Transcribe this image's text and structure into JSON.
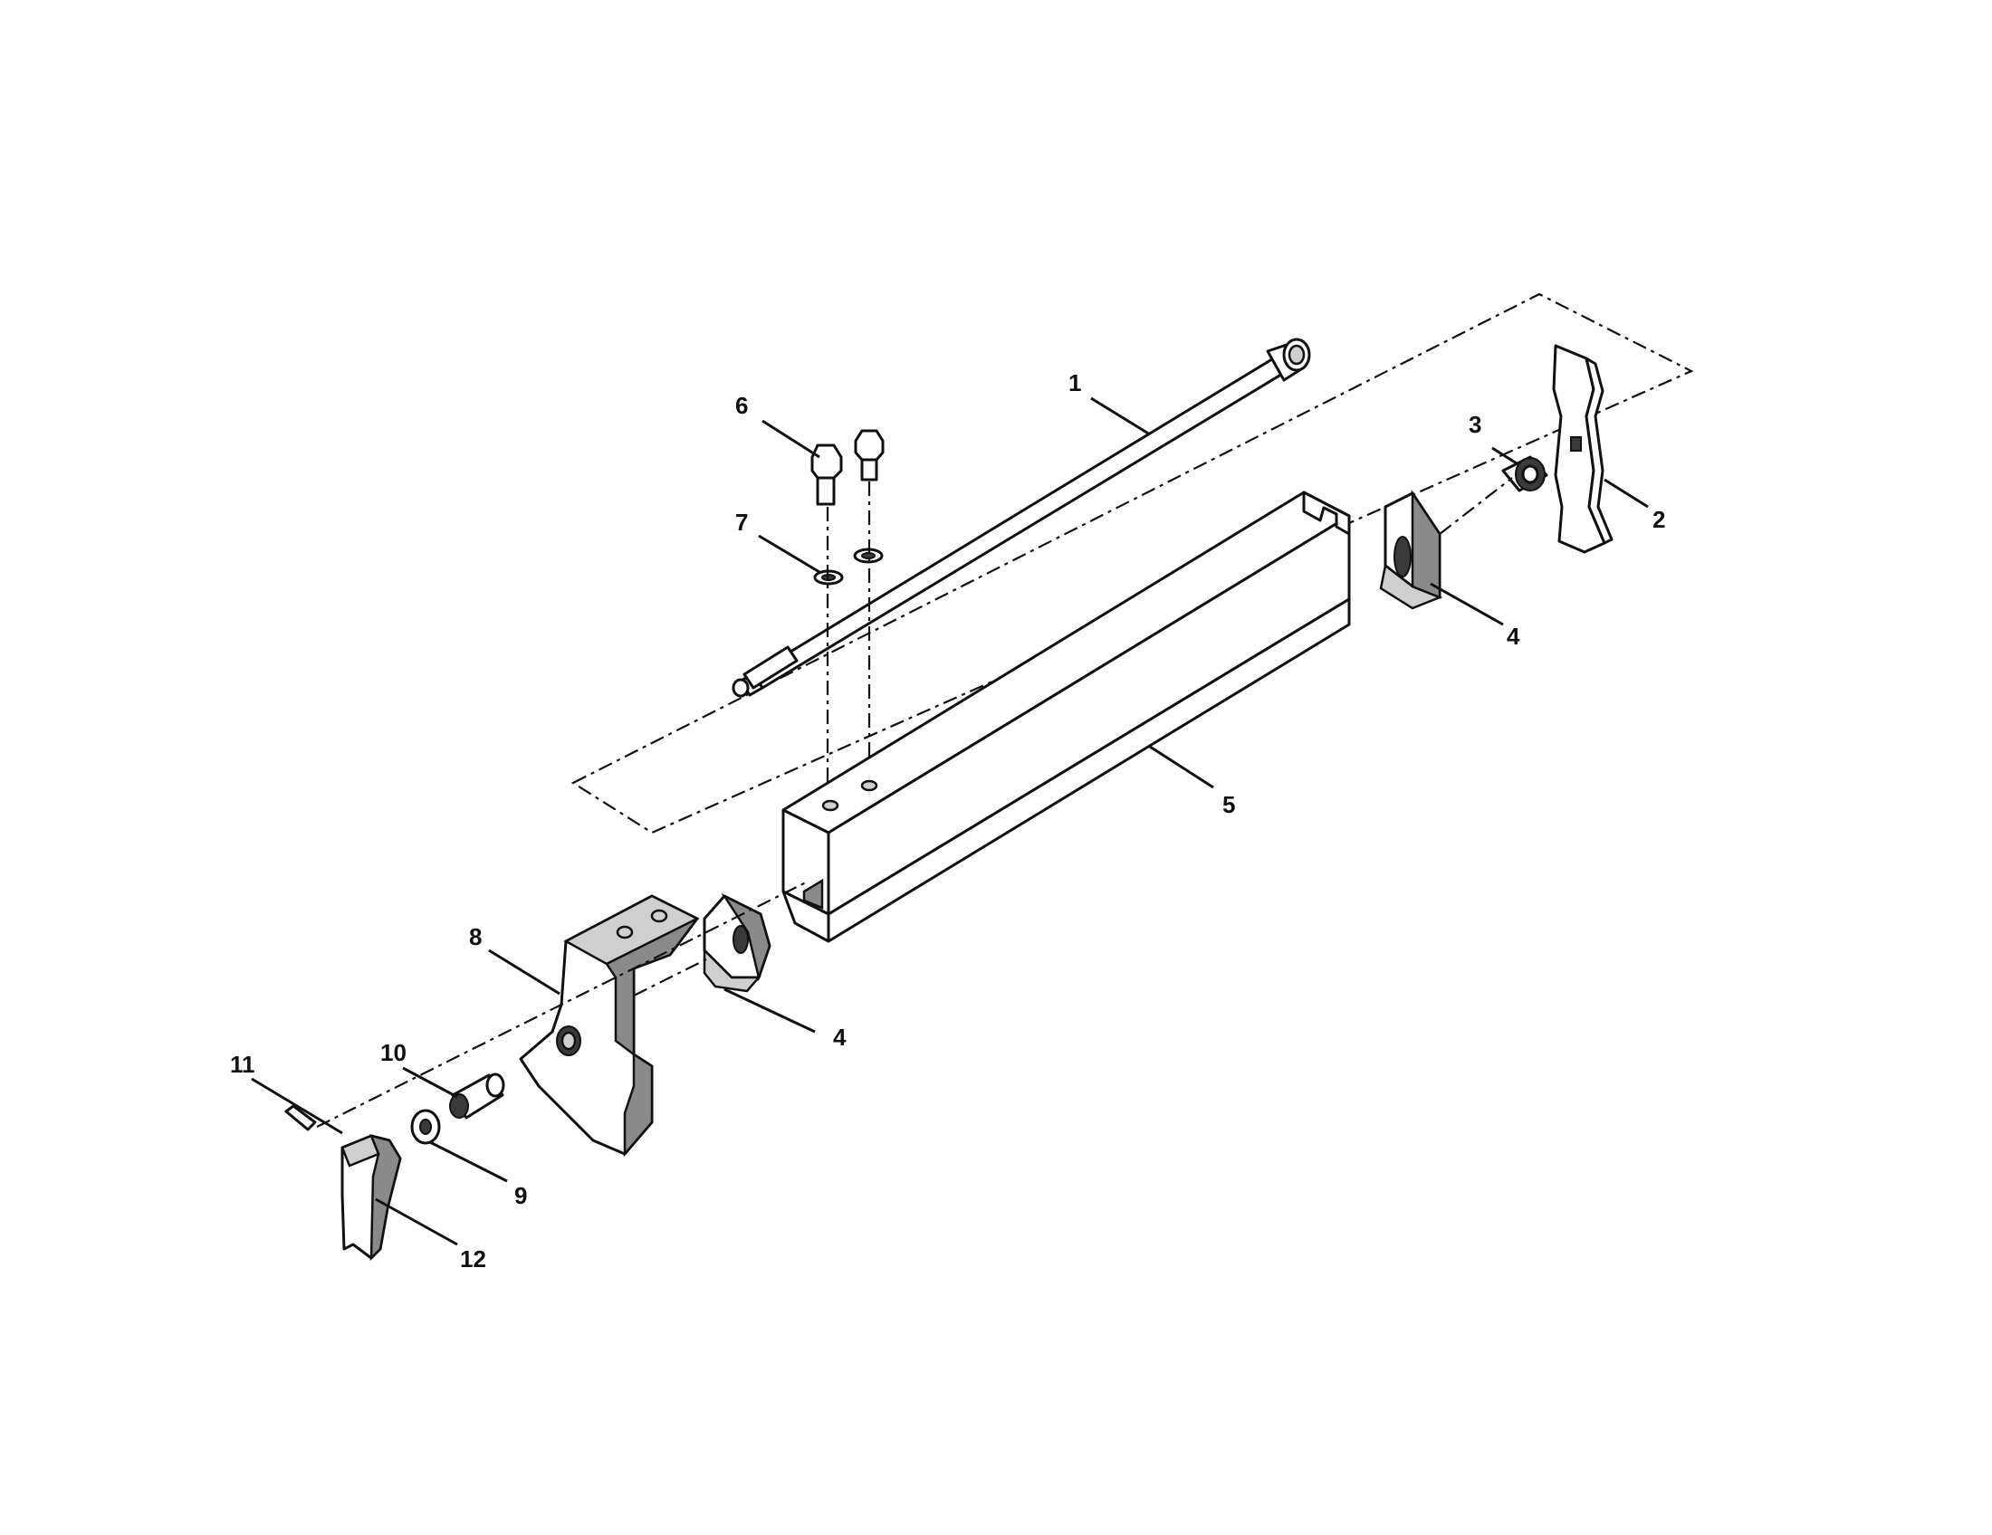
{
  "figure": {
    "callouts": [
      {
        "id": "c1",
        "label": "1"
      },
      {
        "id": "c2",
        "label": "2"
      },
      {
        "id": "c3",
        "label": "3"
      },
      {
        "id": "c4a",
        "label": "4"
      },
      {
        "id": "c4b",
        "label": "4"
      },
      {
        "id": "c5",
        "label": "5"
      },
      {
        "id": "c6",
        "label": "6"
      },
      {
        "id": "c7",
        "label": "7"
      },
      {
        "id": "c8",
        "label": "8"
      },
      {
        "id": "c9",
        "label": "9"
      },
      {
        "id": "c10",
        "label": "10"
      },
      {
        "id": "c11",
        "label": "11"
      },
      {
        "id": "c12",
        "label": "12"
      }
    ]
  }
}
